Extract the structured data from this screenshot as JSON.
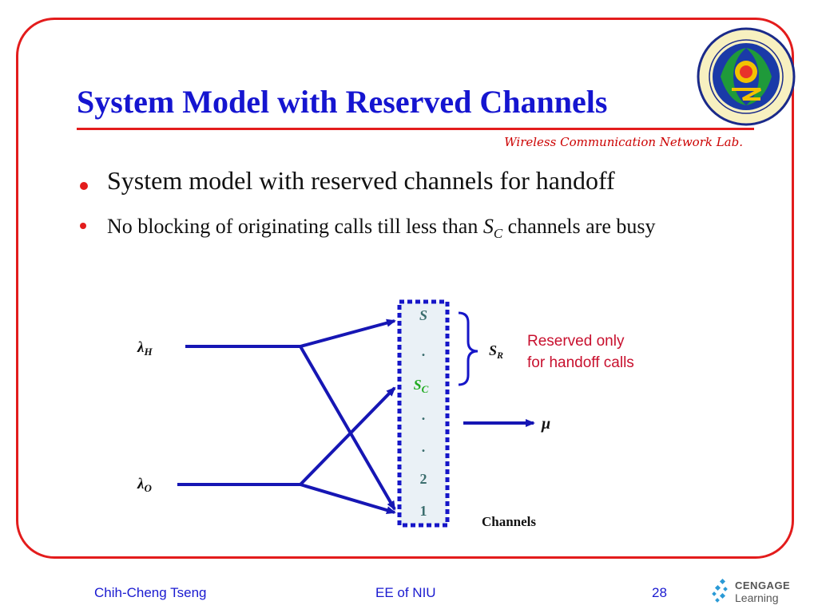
{
  "slide": {
    "title": "System Model with Reserved Channels",
    "lab": "Wireless Communication Network Lab."
  },
  "bullets": [
    {
      "text": "System model with reserved channels for handoff"
    },
    {
      "text_before": "No blocking of originating calls till less than ",
      "var": "S",
      "sub": "C",
      "text_after": " channels are busy"
    }
  ],
  "diagram": {
    "lambda_h": {
      "symbol": "λ",
      "sub": "H"
    },
    "lambda_o": {
      "symbol": "λ",
      "sub": "O"
    },
    "channels": [
      "S",
      ".",
      "S",
      ".",
      ".",
      "2",
      "1"
    ],
    "channel_sc_sub": "C",
    "sr": {
      "symbol": "S",
      "sub": "R"
    },
    "reserved_line1": "Reserved only",
    "reserved_line2": "for handoff calls",
    "mu": "μ",
    "channels_label": "Channels",
    "colors": {
      "arrow": "#1616b4",
      "box_border": "#1616c8",
      "box_fill": "#eaf1f6",
      "sc": "#1faa1f",
      "channel_text": "#3b6e6e",
      "brace": "#1616c8",
      "reserved": "#c8102e"
    }
  },
  "footer": {
    "author": "Chih-Cheng Tseng",
    "dept": "EE of NIU",
    "page": "28",
    "cengage_top": "CENGAGE",
    "cengage_bottom": "Learning"
  }
}
